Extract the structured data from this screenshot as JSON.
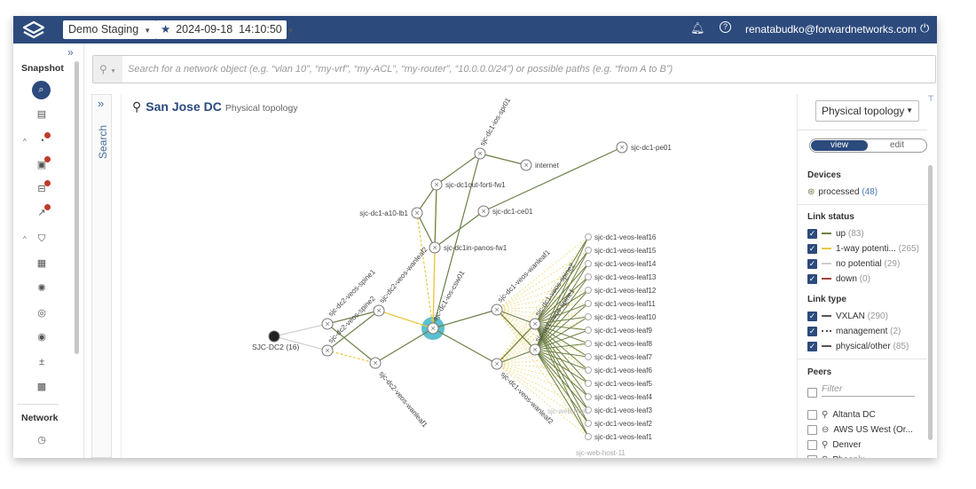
{
  "header": {
    "workspace": "Demo Staging",
    "snapshot": "2024-09-18  14:10:50",
    "user": "renatabudko@forwardnetworks.com",
    "icons": [
      "logo-icon",
      "bell-icon",
      "help-icon",
      "power-icon"
    ]
  },
  "nav": {
    "section_snapshot": "Snapshot",
    "section_network": "Network",
    "expand": "»"
  },
  "search": {
    "placeholder": "Search for a network object (e.g. “vlan 10”, “my-vrf”, “my-ACL”, “my-router”, “10.0.0.0/24”) or possible paths (e.g. “from A to B”)",
    "panel_label": "Search",
    "expand": "»"
  },
  "map": {
    "site": "San Jose DC",
    "subtitle": "Physical topology",
    "nodes": [
      {
        "id": "spr01",
        "label": "sjc-dc1-ios-spr01"
      },
      {
        "id": "internet",
        "label": "internet"
      },
      {
        "id": "pe01",
        "label": "sjc-dc1-pe01"
      },
      {
        "id": "forti",
        "label": "sjc-dc1out-forti-fw1"
      },
      {
        "id": "a10",
        "label": "sjc-dc1-a10-lb1"
      },
      {
        "id": "ce01",
        "label": "sjc-dc1-ce01"
      },
      {
        "id": "panos",
        "label": "sjc-dc1in-panos-fw1"
      },
      {
        "id": "csw01",
        "label": "sjc-dc1-ios-csw01"
      },
      {
        "id": "dc2",
        "label": "SJC-DC2 (16)"
      },
      {
        "id": "d2s1",
        "label": "sjc-dc2-veos-spine1"
      },
      {
        "id": "d2s2",
        "label": "sjc-dc2-veos-spine2"
      },
      {
        "id": "d2w2",
        "label": "sjc-dc2-veos-wanleaf2"
      },
      {
        "id": "d2w1",
        "label": "sjc-dc2-veos-wanleaf1"
      },
      {
        "id": "d1w1",
        "label": "sjc-dc1-veos-wanleaf1"
      },
      {
        "id": "d1w2",
        "label": "sjc-dc1-veos-wanleaf2"
      },
      {
        "id": "d1s2",
        "label": "sjc-dc1-veos-spine2"
      },
      {
        "id": "d1s1",
        "label": "sjc-dc1-veos-spine1"
      }
    ],
    "leaves": [
      "sjc-dc1-veos-leaf16",
      "sjc-dc1-veos-leaf15",
      "sjc-dc1-veos-leaf14",
      "sjc-dc1-veos-leaf13",
      "sjc-dc1-veos-leaf12",
      "sjc-dc1-veos-leaf11",
      "sjc-dc1-veos-leaf10",
      "sjc-dc1-veos-leaf9",
      "sjc-dc1-veos-leaf8",
      "sjc-dc1-veos-leaf7",
      "sjc-dc1-veos-leaf6",
      "sjc-dc1-veos-leaf5",
      "sjc-dc1-veos-leaf4",
      "sjc-dc1-veos-leaf3",
      "sjc-dc1-veos-leaf2",
      "sjc-dc1-veos-leaf1"
    ],
    "hosts": [
      "sjc-web-host-11",
      "sjc-web-host"
    ],
    "links": [
      [
        "spr01",
        "internet",
        "up"
      ],
      [
        "spr01",
        "forti",
        "up"
      ],
      [
        "spr01",
        "csw01",
        "up"
      ],
      [
        "forti",
        "a10",
        "up"
      ],
      [
        "forti",
        "csw01",
        "potential"
      ],
      [
        "a10",
        "panos",
        "up"
      ],
      [
        "a10",
        "csw01",
        "potential"
      ],
      [
        "panos",
        "csw01",
        "potential"
      ],
      [
        "panos",
        "ce01",
        "up"
      ],
      [
        "ce01",
        "pe01",
        "up"
      ],
      [
        "panos",
        "forti",
        "up"
      ],
      [
        "dc2",
        "d2s1",
        "none"
      ],
      [
        "dc2",
        "d2s2",
        "none"
      ],
      [
        "d2s1",
        "d2w2",
        "up"
      ],
      [
        "d2s1",
        "d2w1",
        "up"
      ],
      [
        "d2s2",
        "d2w2",
        "up"
      ],
      [
        "d2s2",
        "d2w1",
        "potential"
      ],
      [
        "d2w2",
        "csw01",
        "potential"
      ],
      [
        "d2w1",
        "csw01",
        "up"
      ],
      [
        "csw01",
        "d1w1",
        "up"
      ],
      [
        "csw01",
        "d1w2",
        "up"
      ],
      [
        "d1w1",
        "d1s1",
        "up"
      ],
      [
        "d1w1",
        "d1s2",
        "up"
      ],
      [
        "d1w2",
        "d1s1",
        "up"
      ],
      [
        "d1w2",
        "d1s2",
        "up"
      ]
    ],
    "colors": {
      "up": "#6b7f45",
      "potential": "#e8c840",
      "none": "#cfcfcf",
      "highlight": "#5bc0d0"
    }
  },
  "panel": {
    "layer_select": "Physical topology",
    "toggle_view": "view",
    "toggle_edit": "edit",
    "devices_title": "Devices",
    "devices": [
      {
        "label": "processed",
        "count": "(48)"
      }
    ],
    "link_status_title": "Link status",
    "link_status": [
      {
        "label": "up",
        "count": "(83)",
        "color": "#6b7f45",
        "checked": true
      },
      {
        "label": "1-way potenti...",
        "count": "(265)",
        "color": "#e8c840",
        "checked": true
      },
      {
        "label": "no potential",
        "count": "(29)",
        "color": "#cccccc",
        "checked": true
      },
      {
        "label": "down",
        "count": "(0)",
        "color": "#a0443a",
        "checked": true
      }
    ],
    "link_type_title": "Link type",
    "link_type": [
      {
        "label": "VXLAN",
        "count": "(290)",
        "checked": true
      },
      {
        "label": "management",
        "count": "(2)",
        "checked": true
      },
      {
        "label": "physical/other",
        "count": "(85)",
        "checked": true
      }
    ],
    "peers_title": "Peers",
    "filter_placeholder": "Filter",
    "peers": [
      {
        "label": "Altanta DC",
        "icon": "pin-icon"
      },
      {
        "label": "AWS US West (Or...",
        "icon": "cloud-icon"
      },
      {
        "label": "Denver",
        "icon": "pin-icon"
      },
      {
        "label": "Phoenix",
        "icon": "pin-icon"
      }
    ]
  }
}
